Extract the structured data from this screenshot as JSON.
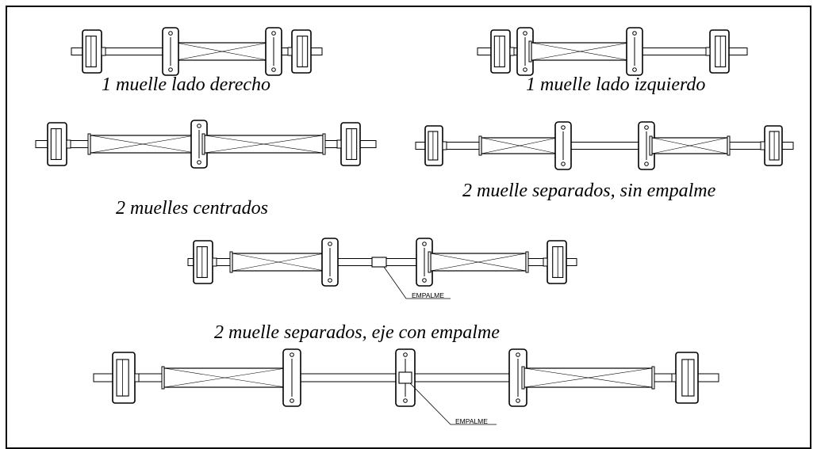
{
  "captions": {
    "one_right": "1 muelle lado derecho",
    "one_left": "1 muelle lado izquierdo",
    "two_centered": "2 muelles centrados",
    "two_separated_no_splice": "2 muelle separados, sin empalme",
    "two_separated_with_splice": "2 muelle separados, eje con empalme"
  },
  "callouts": {
    "splice_a": "EMPALME",
    "splice_b": "EMPALME"
  },
  "colors": {
    "line": "#000000",
    "background": "#ffffff"
  }
}
